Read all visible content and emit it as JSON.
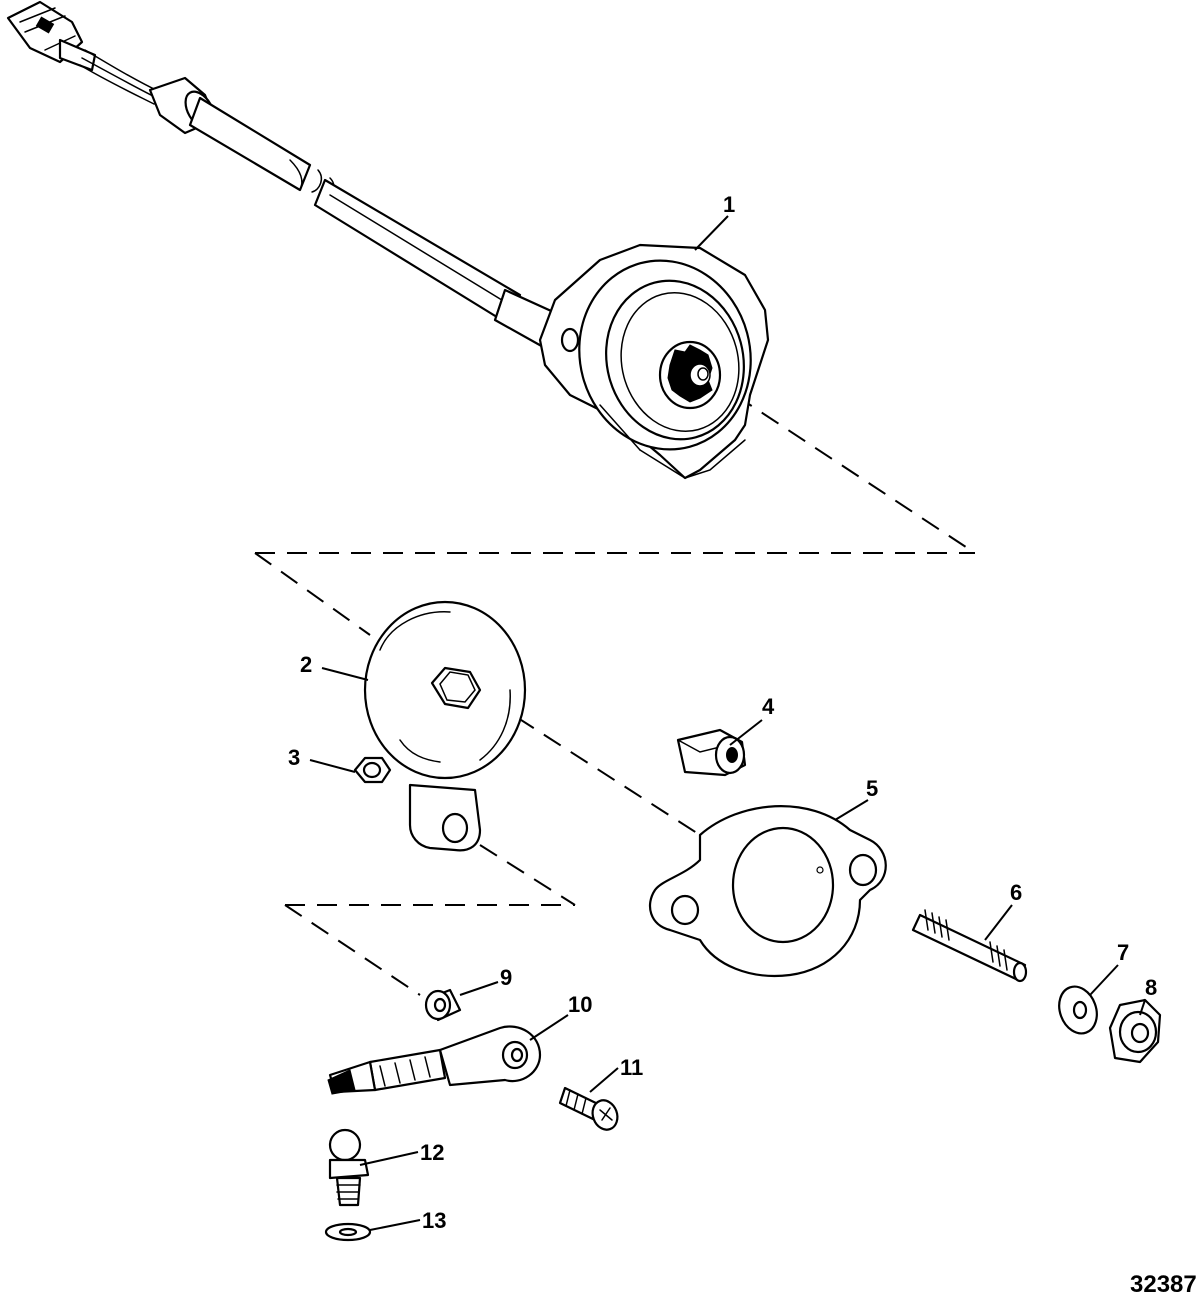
{
  "callouts": [
    "1",
    "2",
    "3",
    "4",
    "5",
    "6",
    "7",
    "8",
    "9",
    "10",
    "11",
    "12",
    "13"
  ],
  "figure_number": "32387"
}
